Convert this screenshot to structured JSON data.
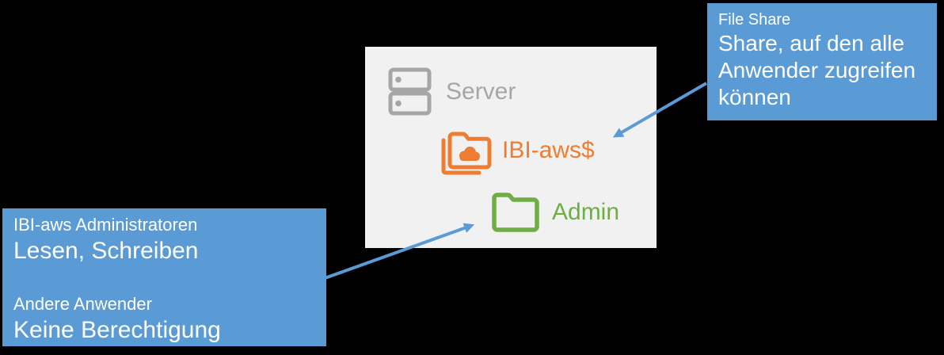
{
  "panel": {
    "server_label": "Server",
    "share_label": "IBI-aws$",
    "admin_label": "Admin"
  },
  "callout_file_share": {
    "title": "File Share",
    "body": "Share, auf den alle\nAnwender zugreifen\nkönnen"
  },
  "callout_permissions": {
    "group1": {
      "title": "IBI-aws Administratoren",
      "permission": "Lesen, Schreiben"
    },
    "group2": {
      "title": "Andere Anwender",
      "permission": "Keine Berechtigung"
    }
  },
  "icons": {
    "server": "server-icon",
    "share": "cloud-folder-icon",
    "admin": "folder-icon",
    "connectors": "arrow-icon"
  },
  "colors": {
    "background": "#000000",
    "panel_background": "#F1F1F1",
    "callout_blue": "#5B9BD5",
    "arrow_blue": "#5B9BD5",
    "share_orange": "#ED7D31",
    "admin_green": "#70AD47",
    "server_gray": "#A6A6A6",
    "callout_text": "#FFFFFF"
  }
}
